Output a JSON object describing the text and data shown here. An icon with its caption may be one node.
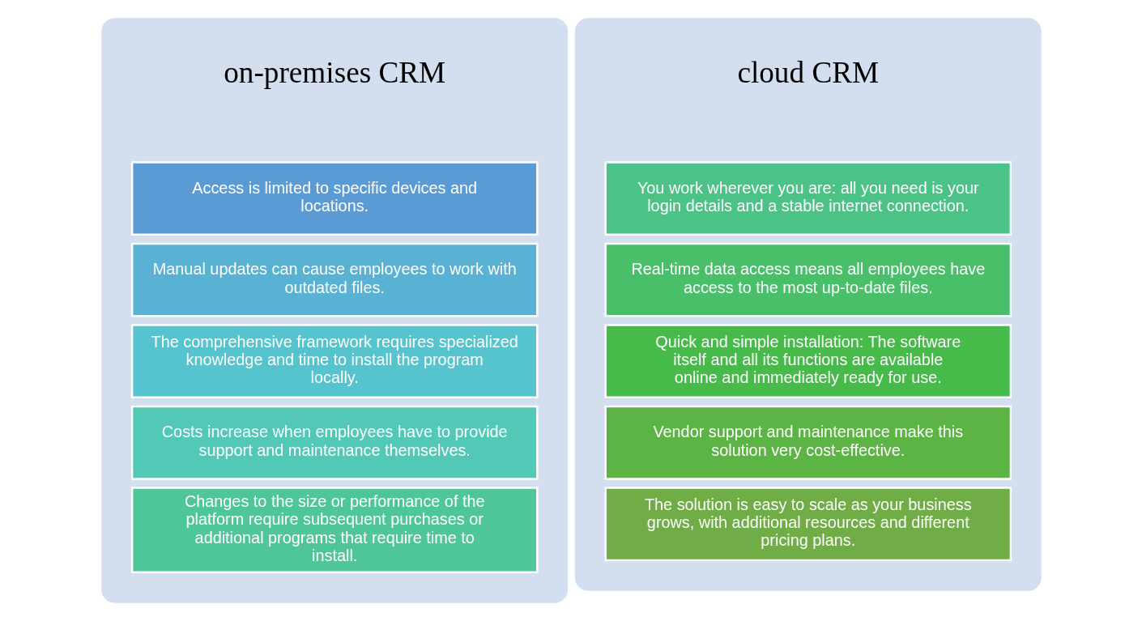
{
  "diagram": {
    "nodes": [
      {
        "text": [
          "on-premises CRM"
        ]
      },
      {
        "text": [
          "Access is limited to specific devices and locations."
        ],
        "in": 0
      },
      {
        "text": [
          "Manual updates can cause employees to work with outdated files."
        ],
        "in": 0
      },
      {
        "text": [
          "The comprehensive framework requires specialized knowledge and time to install the program locally."
        ],
        "in": 0
      },
      {
        "text": [
          "Costs increase when employees have to provide support and maintenance themselves."
        ],
        "in": 0
      },
      {
        "text": [
          "Changes to the size or performance of the platform require subsequent purchases or additional programs that require time to install."
        ],
        "in": 0
      },
      {
        "text": [
          "cloud CRM"
        ]
      },
      {
        "text": [
          "You work wherever you are: all you need is your login details and a stable internet connection."
        ],
        "in": 6
      },
      {
        "text": [
          "Real-time data access means all employees have access to the most up-to-date files."
        ],
        "in": 6
      },
      {
        "text": [
          "Quick and simple installation: The software itself and all its functions are available online and immediately ready for use."
        ],
        "in": 6
      },
      {
        "text": [
          "Vendor support and maintenance make this solution very cost-effective."
        ],
        "in": 6
      },
      {
        "text": [
          "The solution is easy to scale as your business grows, with additional resources and different pricing plans."
        ],
        "in": 6
      }
    ]
  }
}
